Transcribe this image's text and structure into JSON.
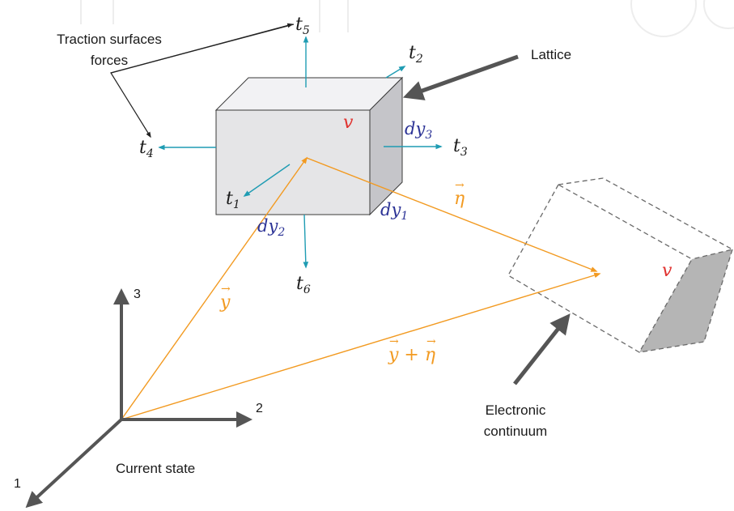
{
  "colors": {
    "background": "#ffffff",
    "faint_watermark": "#ededed",
    "box_front": "#e5e5e7",
    "box_top": "#f2f2f4",
    "box_side": "#c5c5c9",
    "box_outline": "#3a3a3a",
    "traction_arrow": "#1f9cb3",
    "orange_vector": "#f29a21",
    "axis_gray": "#555555",
    "label_blue": "#2c3396",
    "label_red": "#e0322f",
    "dashed_box": "#6a6a6a",
    "dashed_box_shade": "#b5b5b5"
  },
  "labels": {
    "traction_line1": "Traction surfaces",
    "traction_line2": "forces",
    "lattice": "Lattice",
    "electronic_line1": "Electronic",
    "electronic_line2": "continuum",
    "current_state": "Current state"
  },
  "axes": {
    "axis1": "1",
    "axis2": "2",
    "axis3": "3"
  },
  "tractions": {
    "t1": {
      "main": "t",
      "sub": "1"
    },
    "t2": {
      "main": "t",
      "sub": "2"
    },
    "t3": {
      "main": "t",
      "sub": "3"
    },
    "t4": {
      "main": "t",
      "sub": "4"
    },
    "t5": {
      "main": "t",
      "sub": "5"
    },
    "t6": {
      "main": "t",
      "sub": "6"
    }
  },
  "dims": {
    "dy1": {
      "main": "dy",
      "sub": "1"
    },
    "dy2": {
      "main": "dy",
      "sub": "2"
    },
    "dy3": {
      "main": "dy",
      "sub": "3"
    }
  },
  "volume_lattice": "v",
  "volume_continuum": "v",
  "vectors": {
    "eta": "η",
    "y": "y",
    "y_plus_eta": "y + η",
    "arrow_glyph": "→"
  }
}
